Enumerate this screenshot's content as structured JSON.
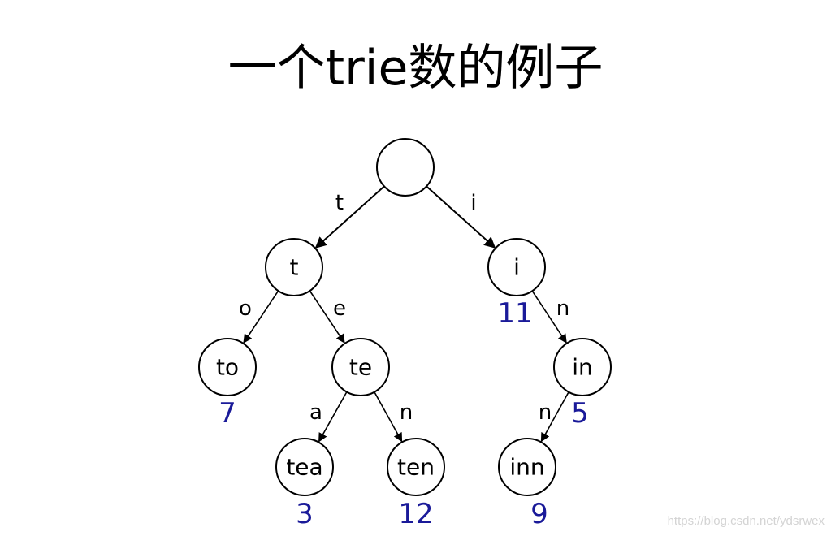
{
  "title": "一个trie数的例子",
  "watermark": "https://blog.csdn.net/ydsrwex",
  "colors": {
    "value": "#1a1a99",
    "stroke": "#000000",
    "watermark": "#d4d4d4"
  },
  "trie": {
    "nodes": [
      {
        "id": "root",
        "label": ""
      },
      {
        "id": "t",
        "label": "t"
      },
      {
        "id": "i",
        "label": "i",
        "value": "11"
      },
      {
        "id": "to",
        "label": "to",
        "value": "7"
      },
      {
        "id": "te",
        "label": "te"
      },
      {
        "id": "in",
        "label": "in",
        "value": "5"
      },
      {
        "id": "tea",
        "label": "tea",
        "value": "3"
      },
      {
        "id": "ten",
        "label": "ten",
        "value": "12"
      },
      {
        "id": "inn",
        "label": "inn",
        "value": "9"
      }
    ],
    "edges": [
      {
        "from": "root",
        "to": "t",
        "label": "t"
      },
      {
        "from": "root",
        "to": "i",
        "label": "i"
      },
      {
        "from": "t",
        "to": "to",
        "label": "o"
      },
      {
        "from": "t",
        "to": "te",
        "label": "e"
      },
      {
        "from": "i",
        "to": "in",
        "label": "n"
      },
      {
        "from": "te",
        "to": "tea",
        "label": "a"
      },
      {
        "from": "te",
        "to": "ten",
        "label": "n"
      },
      {
        "from": "in",
        "to": "inn",
        "label": "n"
      }
    ]
  }
}
